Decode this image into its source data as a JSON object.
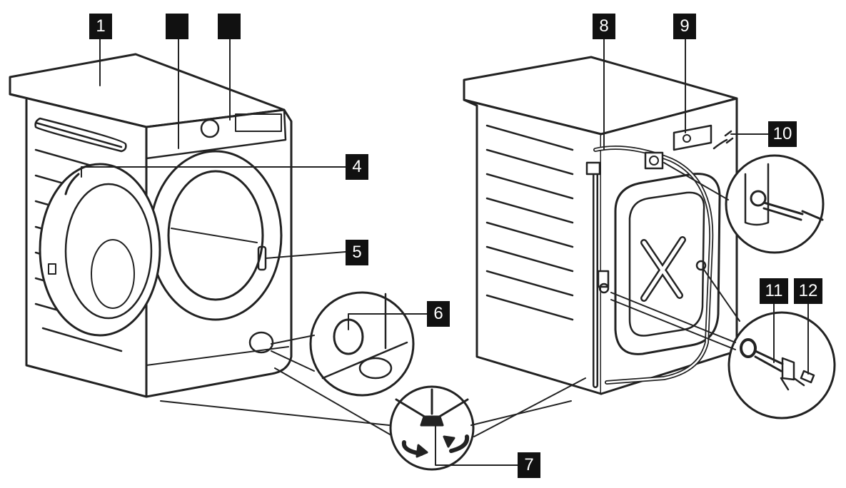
{
  "callouts": {
    "c1": "1",
    "c2": "",
    "c3": "",
    "c4": "4",
    "c5": "5",
    "c6": "6",
    "c7": "7",
    "c8": "8",
    "c9": "9",
    "c10": "10",
    "c11": "11",
    "c12": "12"
  },
  "colors": {
    "line": "#222222",
    "label_bg": "#111111",
    "label_text": "#ffffff"
  }
}
